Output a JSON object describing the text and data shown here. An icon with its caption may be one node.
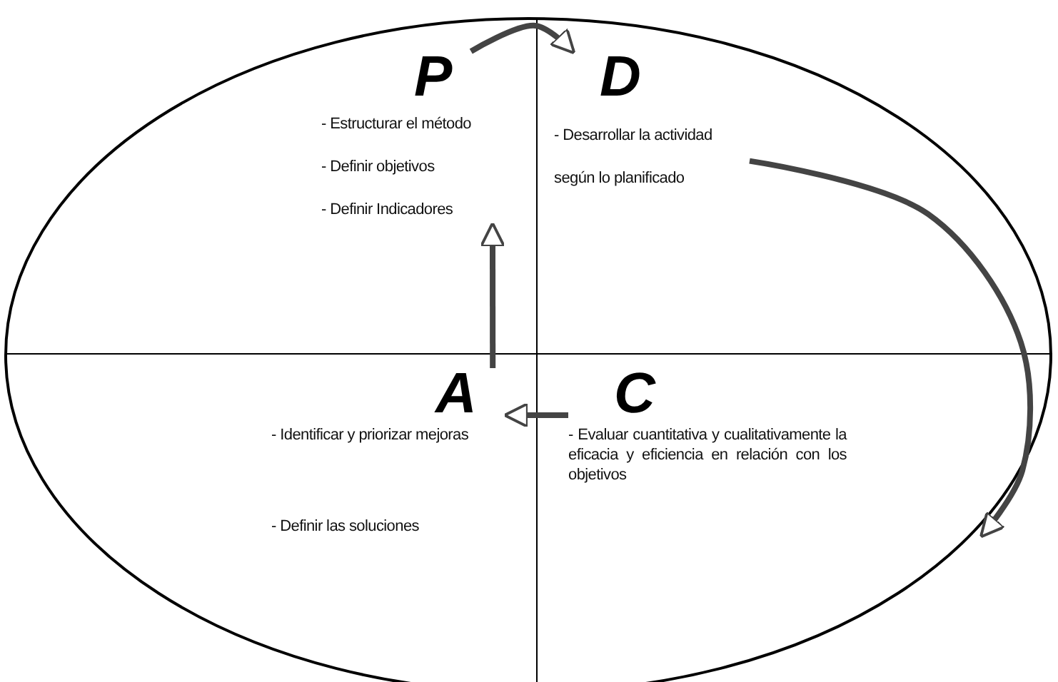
{
  "diagram": {
    "nodes": [
      {
        "text": [
          "P",
          "- Estructurar el método",
          "- Definir objetivos",
          "- Definir Indicadores"
        ]
      },
      {
        "text": [
          "D",
          "- Desarrollar la actividad según lo planificado"
        ]
      },
      {
        "text": [
          "A",
          "- Identificar y priorizar mejoras",
          "- Definir las soluciones"
        ]
      },
      {
        "text": [
          "C",
          "- Evaluar cuantitativa y cualitativamente la eficacia y eficiencia en relación con los objetivos"
        ]
      }
    ],
    "edges": [
      {
        "from": 0,
        "to": 1,
        "arrow": "to"
      },
      {
        "from": 1,
        "to": 3,
        "arrow": "to"
      },
      {
        "from": 3,
        "to": 2,
        "arrow": "to"
      },
      {
        "from": 2,
        "to": 0,
        "arrow": "to"
      }
    ]
  }
}
